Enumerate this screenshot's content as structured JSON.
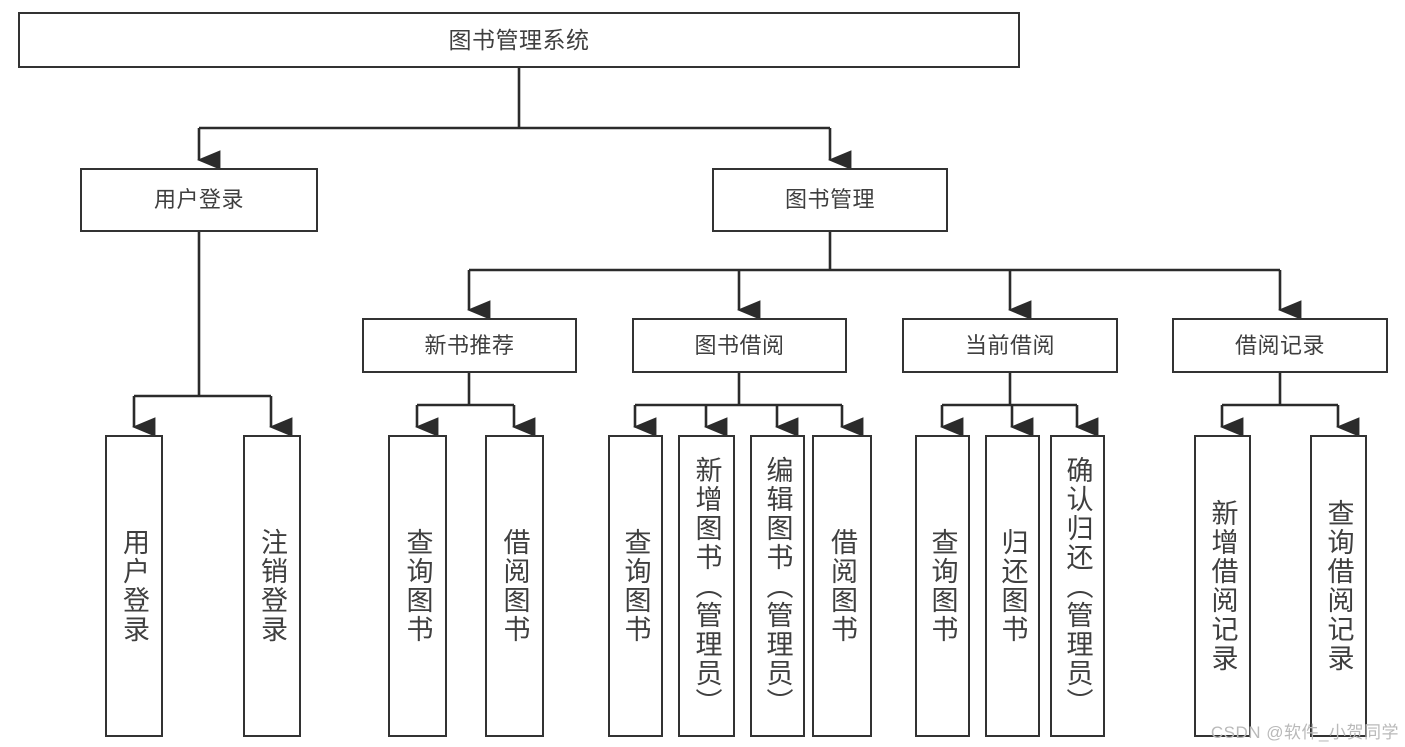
{
  "diagram": {
    "title": "图书管理系统",
    "type": "tree",
    "watermark": "CSDN @软件_小贺同学",
    "colors": {
      "box_border": "#333333",
      "box_fill": "#ffffff",
      "text": "#3f3f3f",
      "connector": "#2b2b2b",
      "watermark": "#b9b9b9",
      "background": "#ffffff"
    },
    "levels": [
      {
        "level": 1,
        "nodes": [
          "图书管理系统"
        ]
      },
      {
        "level": 2,
        "nodes": [
          "用户登录",
          "图书管理"
        ]
      },
      {
        "level": 3,
        "nodes": [
          "新书推荐",
          "图书借阅",
          "当前借阅",
          "借阅记录"
        ]
      },
      {
        "level": 4,
        "nodes": [
          "用户登录",
          "注销登录",
          "查询图书",
          "借阅图书",
          "查询图书",
          "新增图书（管理员）",
          "编辑图书（管理员）",
          "借阅图书",
          "查询图书",
          "归还图书",
          "确认归还（管理员）",
          "新增借阅记录",
          "查询借阅记录"
        ]
      }
    ],
    "root": {
      "label": "图书管理系统"
    },
    "branch_user": {
      "label": "用户登录"
    },
    "branch_book": {
      "label": "图书管理"
    },
    "groups": [
      {
        "label": "新书推荐"
      },
      {
        "label": "图书借阅"
      },
      {
        "label": "当前借阅"
      },
      {
        "label": "借阅记录"
      }
    ],
    "leaves_user": [
      {
        "label": "用户登录"
      },
      {
        "label": "注销登录"
      }
    ],
    "leaves_newbook": [
      {
        "label": "查询图书"
      },
      {
        "label": "借阅图书"
      }
    ],
    "leaves_borrow": [
      {
        "label": "查询图书"
      },
      {
        "label": "新增图书（管理员）"
      },
      {
        "label": "编辑图书（管理员）"
      },
      {
        "label": "借阅图书"
      }
    ],
    "leaves_current": [
      {
        "label": "查询图书"
      },
      {
        "label": "归还图书"
      },
      {
        "label": "确认归还（管理员）"
      }
    ],
    "leaves_record": [
      {
        "label": "新增借阅记录"
      },
      {
        "label": "查询借阅记录"
      }
    ]
  }
}
